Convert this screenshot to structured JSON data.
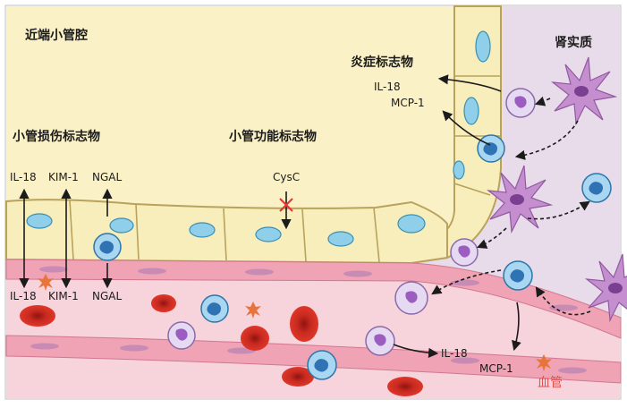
{
  "regions": {
    "lumen": "近端小管腔",
    "parenchyma": "肾实质",
    "vessel": "血管"
  },
  "groups": {
    "injury": "小管损伤标志物",
    "function": "小管功能标志物",
    "inflammation": "炎症标志物"
  },
  "markers": {
    "il18": "IL-18",
    "kim1": "KIM-1",
    "ngal": "NGAL",
    "cysc": "CysC",
    "mcp1": "MCP-1"
  },
  "colors": {
    "lumen": "#fbf1c6",
    "parenchyma": "#e9dcea",
    "tubule_cell": "#f8eebc",
    "tubule_outline": "#b8a25c",
    "vessel_wall": "#efa3b4",
    "vessel_blood": "#f7d3dc",
    "endothelial_nucleus": "#c78bb4",
    "nucleus": "#8fcfe9",
    "rbc": "#d62d23",
    "block_x": "#e53935",
    "vessel_label": "#e24f4f"
  }
}
